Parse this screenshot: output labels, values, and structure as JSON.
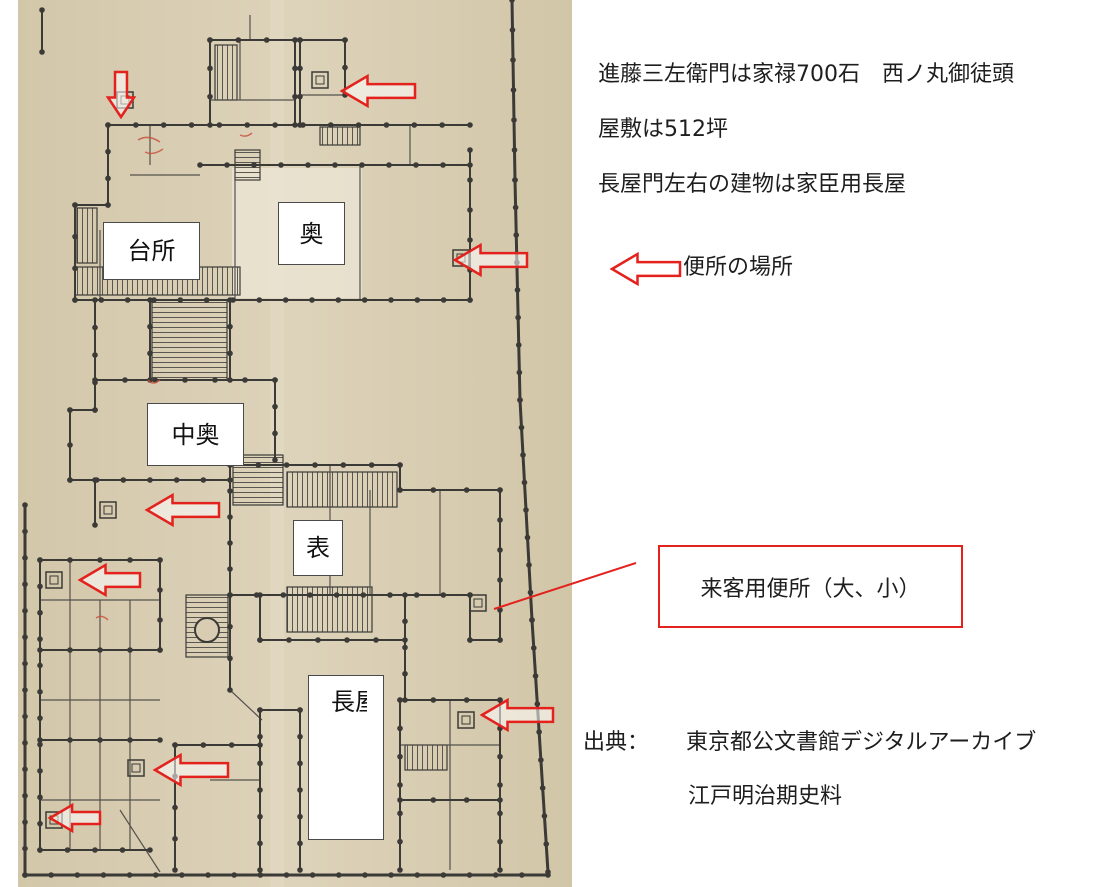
{
  "colors": {
    "accent_red": "#e3211d",
    "parchment": "#d7ccb1",
    "ink": "#3b3a37"
  },
  "notes": {
    "line1": "進藤三左衛門は家禄700石　西ノ丸御徒頭",
    "line2": "屋敷は512坪",
    "line3": "長屋門左右の建物は家臣用長屋"
  },
  "legend": {
    "icon": "left-arrow-icon",
    "label": "便所の場所"
  },
  "callout": {
    "label": "来客用便所（大、小）"
  },
  "source": {
    "prefix": "出典：",
    "line1": "東京都公文書館デジタルアーカイブ",
    "line2": "江戸明治期史料"
  },
  "rooms": {
    "kitchen": "台所",
    "oku": "奥",
    "naka_oku": "中奥",
    "omote": "表",
    "nagaya": "長屋"
  }
}
